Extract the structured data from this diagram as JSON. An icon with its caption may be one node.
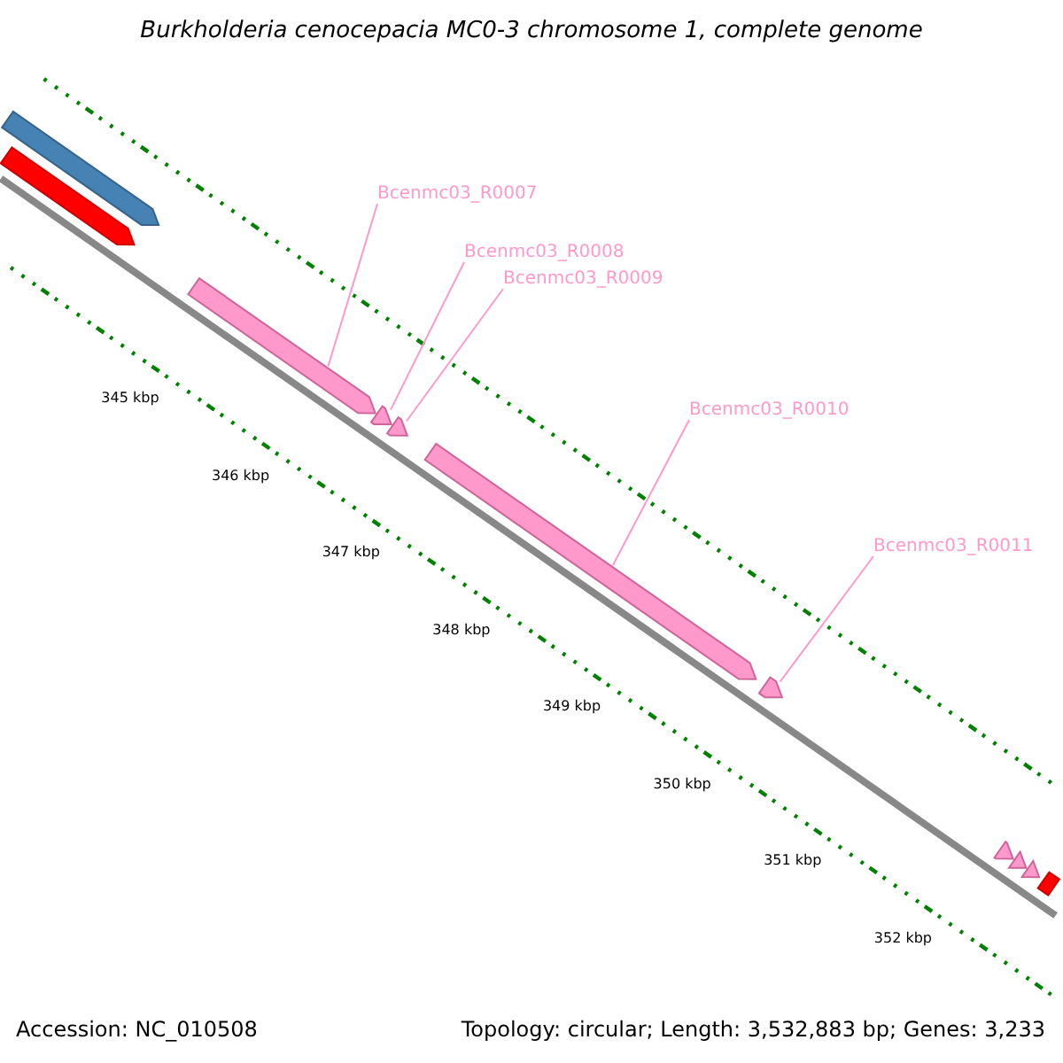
{
  "diagram": {
    "title": "Burkholderia cenocepacia MC0-3 chromosome 1, complete genome",
    "nodes": [
      {
        "text": [
          "Bcenmc03_R0007"
        ]
      },
      {
        "text": [
          "Bcenmc03_R0008"
        ]
      },
      {
        "text": [
          "Bcenmc03_R0009"
        ]
      },
      {
        "text": [
          "Bcenmc03_R0010"
        ]
      },
      {
        "text": [
          "Bcenmc03_R0011"
        ]
      },
      {
        "text": [],
        "shape": "bar"
      },
      {
        "text": [],
        "shape": "bar"
      },
      {
        "text": [],
        "shape": "bar"
      },
      {
        "text": [],
        "shape": "bar"
      },
      {
        "text": [],
        "shape": "bar"
      }
    ],
    "edges": [
      {
        "from": 0,
        "to": 5,
        "arrow": "none"
      },
      {
        "from": 1,
        "to": 6,
        "arrow": "none"
      },
      {
        "from": 2,
        "to": 7,
        "arrow": "none"
      },
      {
        "from": 3,
        "to": 8,
        "arrow": "none"
      },
      {
        "from": 4,
        "to": 9,
        "arrow": "none"
      }
    ],
    "labels": [
      "345 kbp",
      "346 kbp",
      "347 kbp",
      "348 kbp",
      "349 kbp",
      "350 kbp",
      "351 kbp",
      "352 kbp",
      "Accession: NC_010508",
      "Topology: circular; Length: 3,532,883 bp; Genes: 3,233"
    ]
  }
}
